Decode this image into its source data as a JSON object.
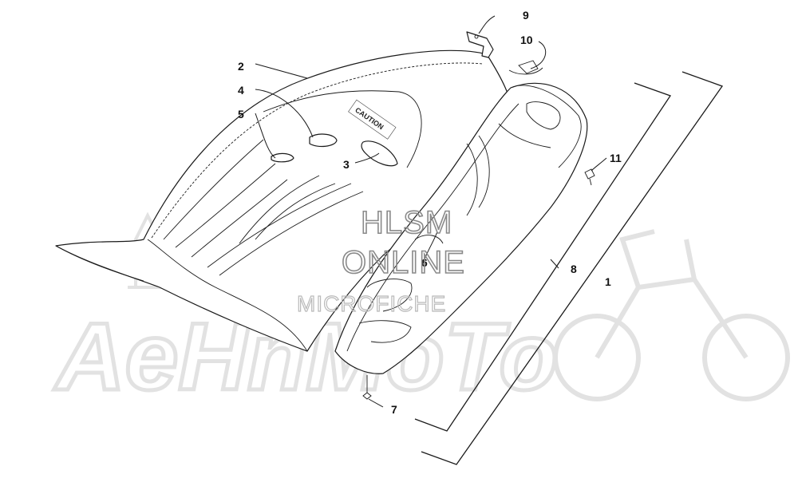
{
  "callouts": {
    "c1": "1",
    "c2": "2",
    "c3": "3",
    "c4": "4",
    "c5": "5",
    "c6": "6",
    "c7": "7",
    "c8": "8",
    "c9": "9",
    "c10": "10",
    "c11": "11"
  },
  "seat_label": "CAUTION",
  "watermark": {
    "line1": "HLSM",
    "line2": "ONLINE",
    "line3": "MICROFICHE",
    "brand": "AeHnMoTo"
  },
  "colors": {
    "line": "#1a1a1a",
    "watermark_dark": "#8a8a8a",
    "watermark_light": "#e2e2e2"
  }
}
